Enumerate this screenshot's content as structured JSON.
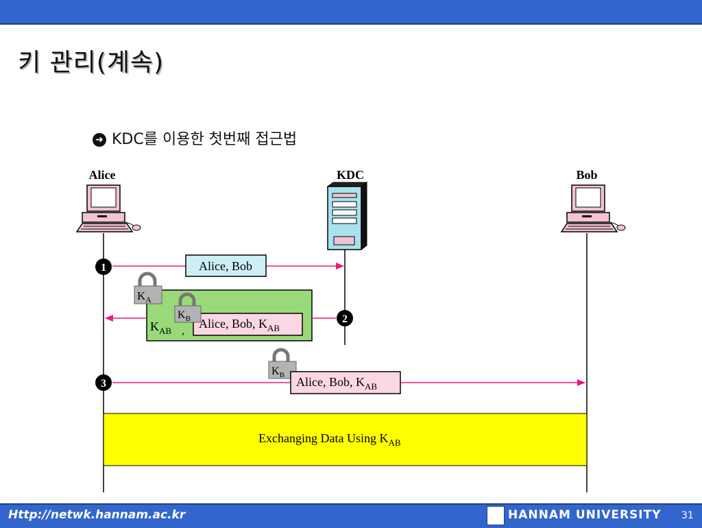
{
  "slide": {
    "title": "키 관리(계속)",
    "bullet": "KDC를 이용한 첫번째 접근법"
  },
  "diagram": {
    "entities": {
      "alice": "Alice",
      "kdc": "KDC",
      "bob": "Bob"
    },
    "steps": {
      "step1": "1",
      "step2": "2",
      "step3": "3"
    },
    "messages": {
      "msg1": "Alice, Bob",
      "msg2_inner": "Alice, Bob, K",
      "msg2_inner_sub": "AB",
      "msg2_outer": "K",
      "msg2_outer_sub": "AB",
      "msg2_comma": ",",
      "msg3": "Alice, Bob, K",
      "msg3_sub": "AB",
      "exchange": "Exchanging Data Using K",
      "exchange_sub": "AB"
    },
    "locks": {
      "lock_a": "K",
      "lock_a_sub": "A",
      "lock_b1": "K",
      "lock_b1_sub": "B",
      "lock_b2": "K",
      "lock_b2_sub": "B"
    },
    "colors": {
      "arrow": "#e8197d",
      "msg1_fill": "#cdeef5",
      "msg_pink": "#fbd7e3",
      "outer_green": "#99d97a",
      "exchange_yellow": "#ffff00",
      "bar_blue": "#3366cc"
    }
  },
  "footer": {
    "url": "Http://netwk.hannam.ac.kr",
    "university": "HANNAM  UNIVERSITY",
    "page_number": "31"
  }
}
